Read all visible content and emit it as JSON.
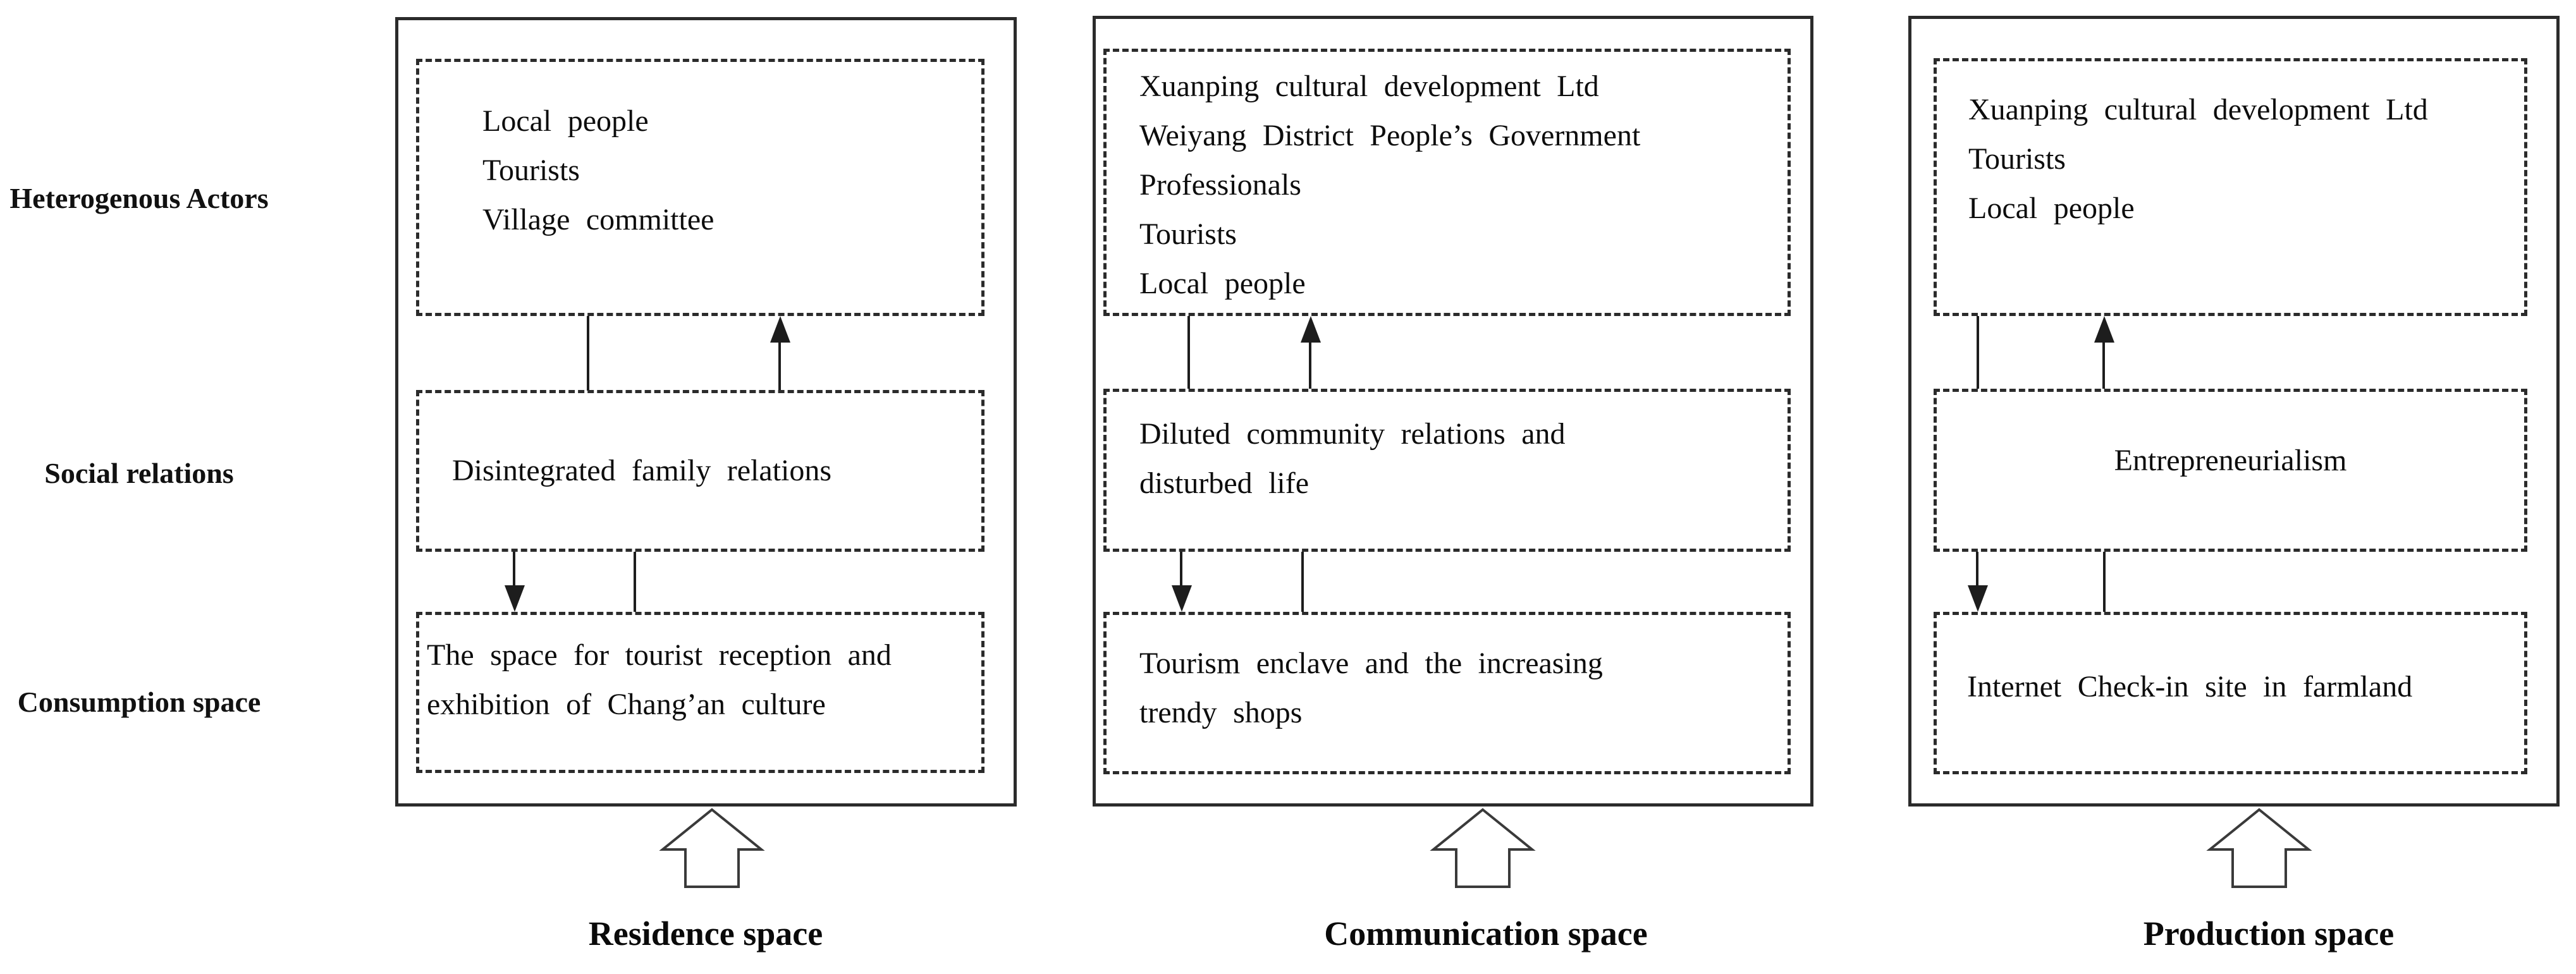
{
  "colors": {
    "ink": "#1d1d1d",
    "background": "#ffffff"
  },
  "row_labels": [
    "Heterogenous Actors",
    "Social relations",
    "Consumption space"
  ],
  "columns": [
    {
      "space_label": "Residence space",
      "actors_lines": [
        "Local people",
        "Tourists",
        "Village committee"
      ],
      "social_relations_lines": [
        "Disintegrated family relations"
      ],
      "consumption_space_lines": [
        "The space for tourist reception and",
        "exhibition of Chang’an culture"
      ]
    },
    {
      "space_label": "Communication space",
      "actors_lines": [
        "Xuanping cultural development Ltd",
        "Weiyang District People’s Government",
        "Professionals",
        "Tourists",
        "Local people"
      ],
      "social_relations_lines": [
        "Diluted community relations and",
        "disturbed life"
      ],
      "consumption_space_lines": [
        "Tourism enclave and the increasing",
        "trendy shops"
      ]
    },
    {
      "space_label": "Production space",
      "actors_lines": [
        "Xuanping cultural development Ltd",
        "Tourists",
        "Local people"
      ],
      "social_relations_lines": [
        "Entrepreneurialism"
      ],
      "consumption_space_lines": [
        "Internet Check-in site in farmland"
      ]
    }
  ]
}
